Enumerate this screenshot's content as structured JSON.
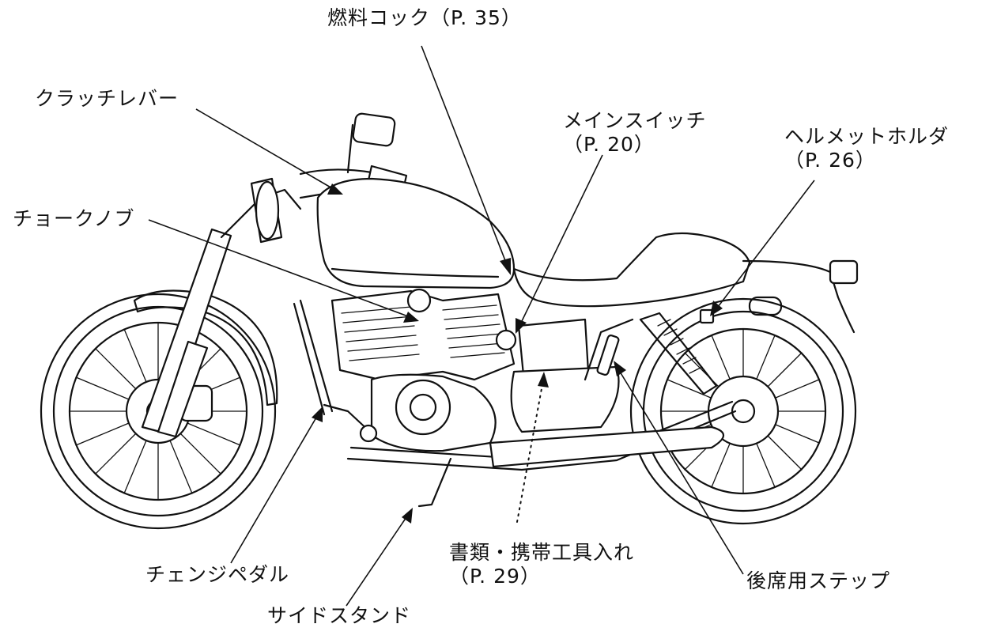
{
  "labels": {
    "fuel_cock": {
      "name": "燃料コック",
      "ref": "（P. 35）"
    },
    "clutch_lever": {
      "name": "クラッチレバー"
    },
    "main_switch": {
      "name": "メインスイッチ",
      "ref": "（P. 20）"
    },
    "helmet_holder": {
      "name": "ヘルメットホルダ",
      "ref": "（P. 26）"
    },
    "choke_knob": {
      "name": "チョークノブ"
    },
    "document_tool_storage": {
      "name": "書類・携帯工具入れ",
      "ref": "（P. 29）"
    },
    "change_pedal": {
      "name": "チェンジペダル"
    },
    "side_stand": {
      "name": "サイドスタンド"
    },
    "passenger_step": {
      "name": "後席用ステップ"
    }
  }
}
